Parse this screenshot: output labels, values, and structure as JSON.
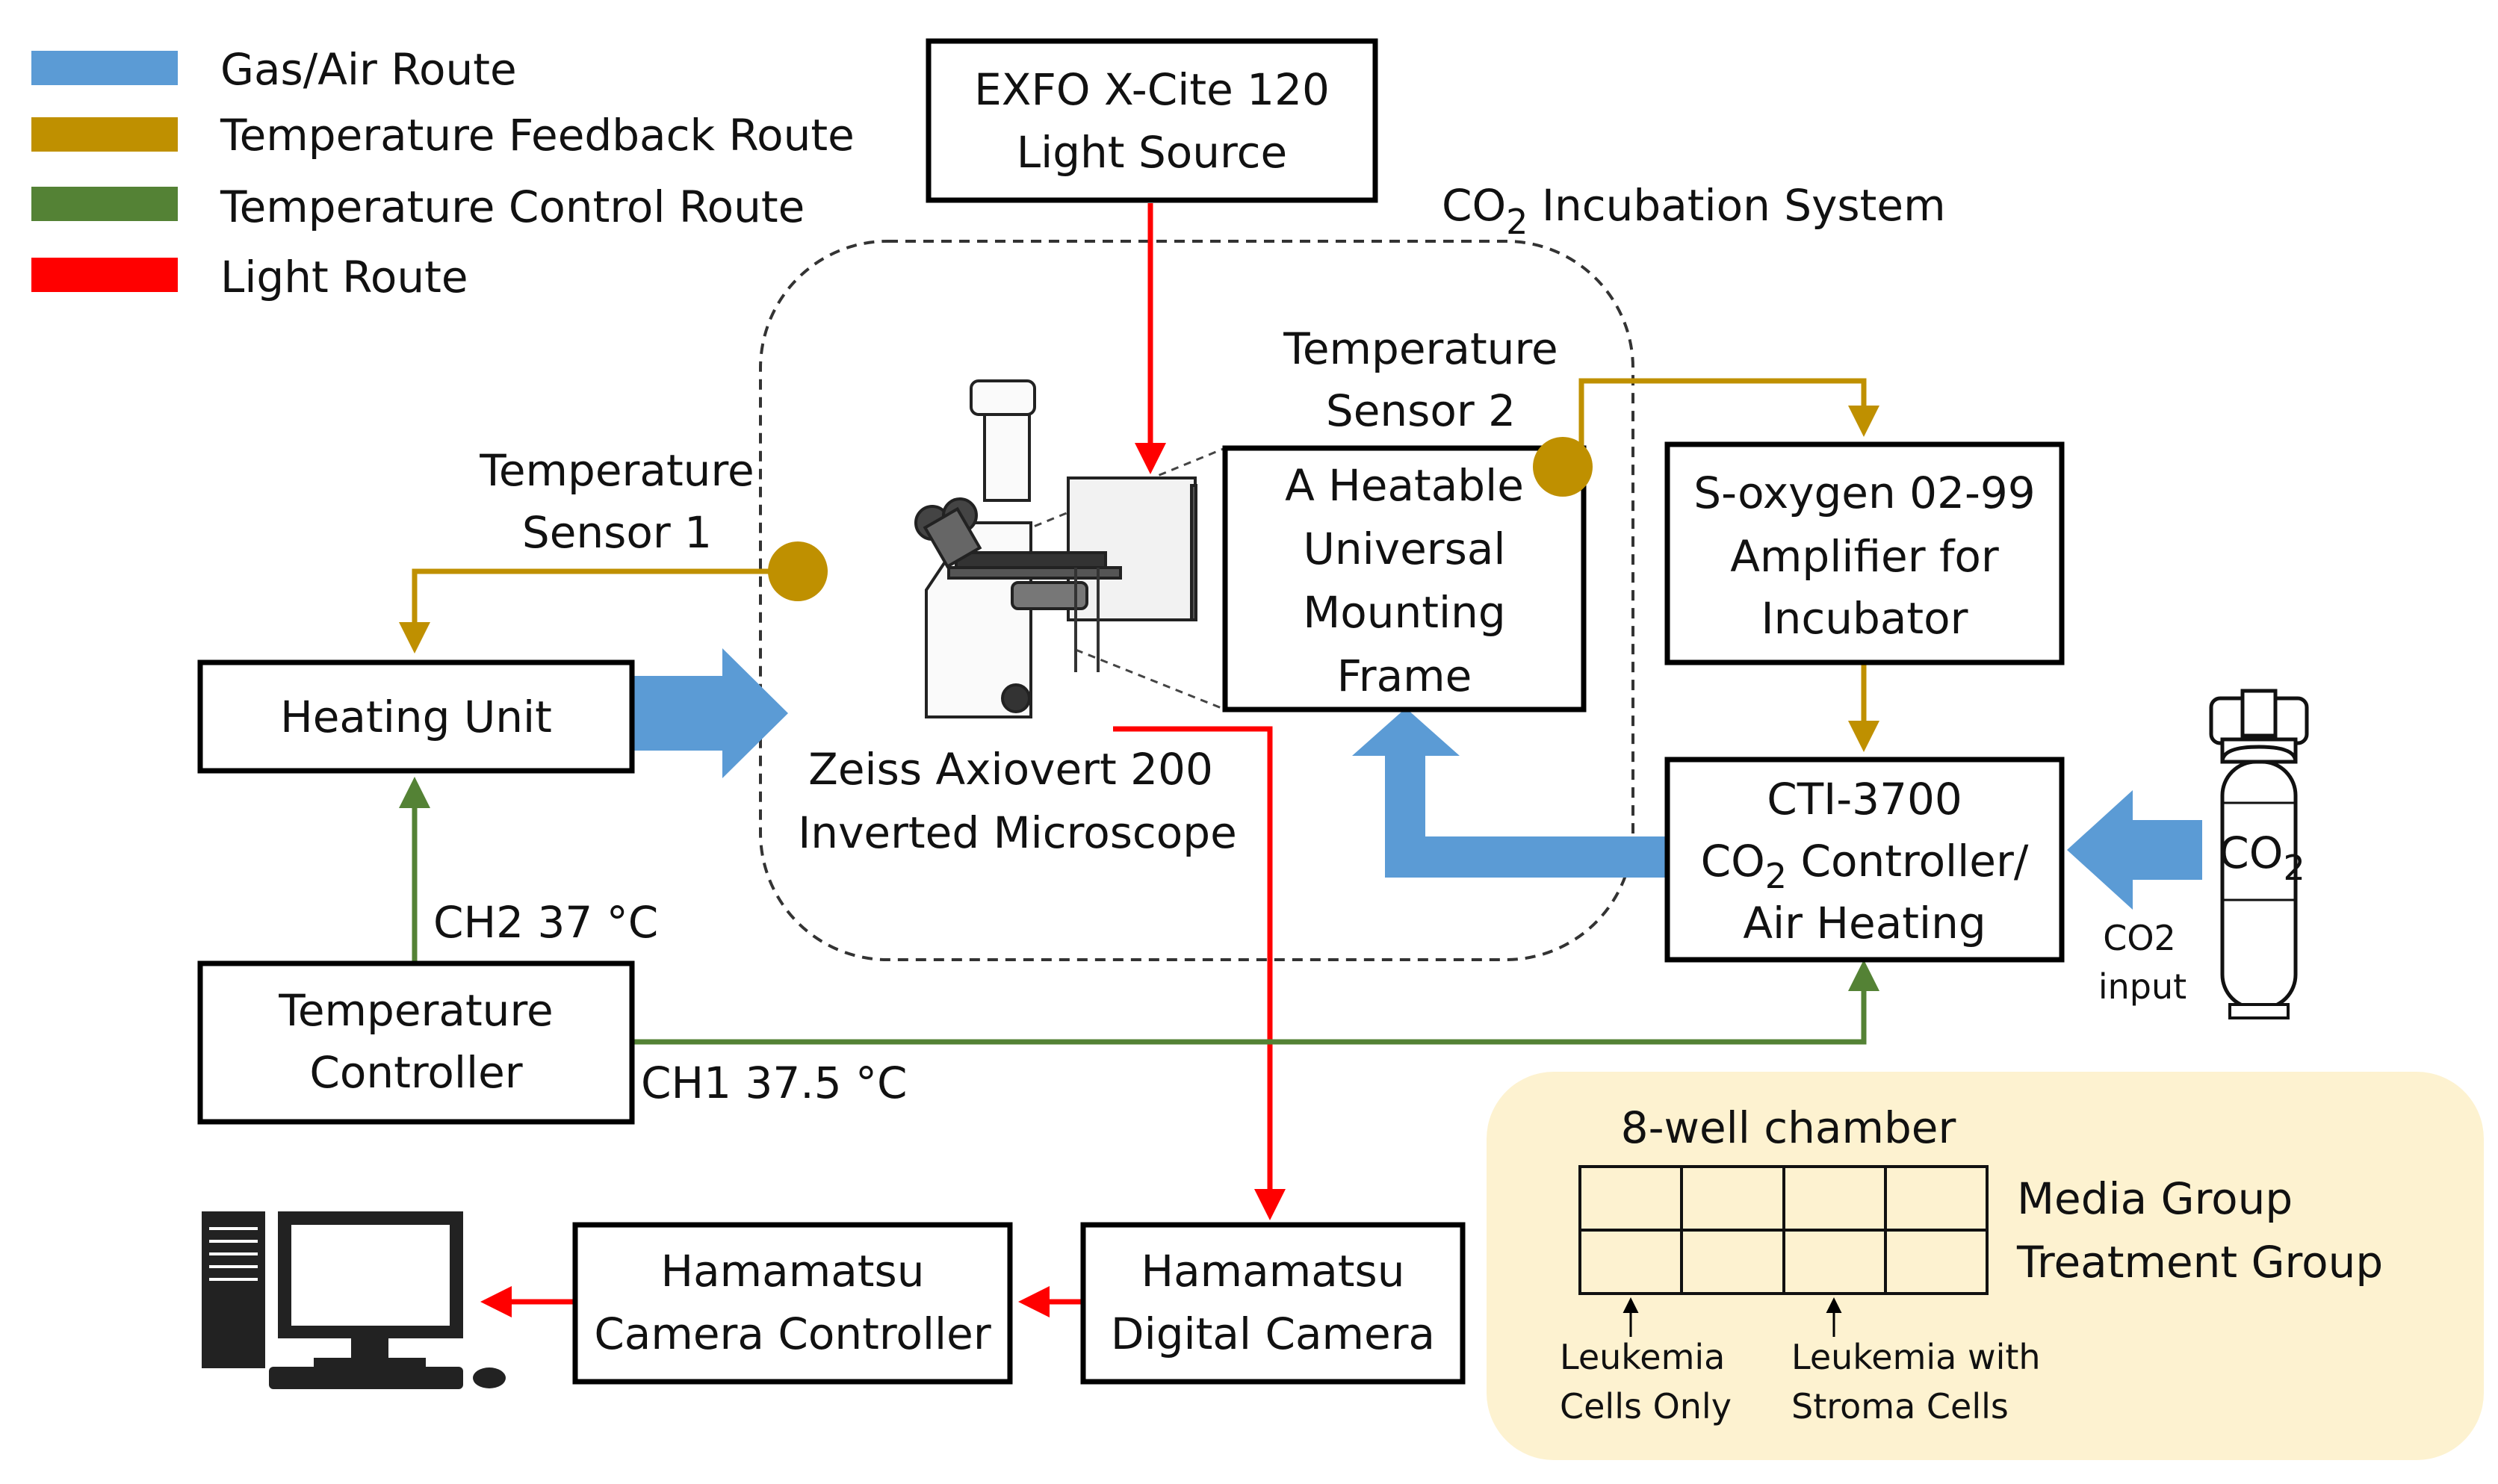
{
  "colors": {
    "gas": "#5b9bd5",
    "feedback": "#bf9000",
    "control": "#548235",
    "light": "#ff0000",
    "inset_bg": "#fdf2d0",
    "sensor_dot": "#bf9000"
  },
  "legend": [
    {
      "label": "Gas/Air Route",
      "color_key": "gas"
    },
    {
      "label": "Temperature Feedback Route",
      "color_key": "feedback"
    },
    {
      "label": "Temperature Control Route",
      "color_key": "control"
    },
    {
      "label": "Light Route",
      "color_key": "light"
    }
  ],
  "incubation": {
    "prefix": "CO",
    "sub": "2",
    "suffix": " Incubation System"
  },
  "nodes": {
    "light_source": [
      "EXFO X-Cite 120",
      "Light Source"
    ],
    "mounting_frame": [
      "A Heatable",
      "Universal",
      "Mounting",
      "Frame"
    ],
    "amplifier": [
      "S-oxygen 02-99",
      "Amplifier for",
      "Incubator"
    ],
    "heating_unit": [
      "Heating Unit"
    ],
    "temp_controller": [
      "Temperature",
      "Controller"
    ],
    "cti_line1": "CTI-3700",
    "cti_line2": {
      "prefix": "CO",
      "sub": "2",
      "suffix": " Controller/"
    },
    "cti_line3": "Air Heating",
    "camera_controller": [
      "Hamamatsu",
      "Camera Controller"
    ],
    "digital_camera": [
      "Hamamatsu",
      "Digital Camera"
    ]
  },
  "labels": {
    "sensor1": [
      "Temperature",
      "Sensor 1"
    ],
    "sensor2": [
      "Temperature",
      "Sensor 2"
    ],
    "microscope": [
      "Zeiss Axiovert 200",
      "Inverted Microscope"
    ],
    "ch2": "CH2 37 °C",
    "ch1": "CH1 37.5 °C",
    "co2_input": [
      "CO2",
      "input"
    ],
    "co2_tank": {
      "prefix": "CO",
      "sub": "2"
    }
  },
  "icons": [
    "microscope-icon",
    "gas-cylinder-icon",
    "computer-icon"
  ],
  "chamber": {
    "title": "8-well chamber",
    "rows": [
      "Media Group",
      "Treatment Group"
    ],
    "columns": 4,
    "annotations": [
      [
        "Leukemia",
        "Cells Only"
      ],
      [
        "Leukemia with",
        "Stroma Cells"
      ]
    ]
  }
}
